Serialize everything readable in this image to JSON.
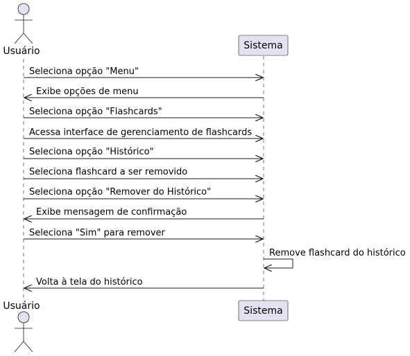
{
  "participants": {
    "actor": {
      "name": "Usuário"
    },
    "system": {
      "name": "Sistema"
    }
  },
  "colors": {
    "participant_fill": "#E2E2F0",
    "participant_stroke": "#181818",
    "lifeline": "#181818",
    "arrow": "#181818",
    "text": "#000000"
  },
  "messages": [
    {
      "from": "actor",
      "to": "system",
      "label": "Seleciona opção \"Menu\""
    },
    {
      "from": "system",
      "to": "actor",
      "label": "Exibe opções de menu"
    },
    {
      "from": "actor",
      "to": "system",
      "label": "Seleciona opção \"Flashcards\""
    },
    {
      "from": "actor",
      "to": "system",
      "label": "Acessa interface de gerenciamento de flashcards"
    },
    {
      "from": "actor",
      "to": "system",
      "label": "Seleciona opção \"Histórico\""
    },
    {
      "from": "actor",
      "to": "system",
      "label": "Seleciona flashcard a ser removido"
    },
    {
      "from": "actor",
      "to": "system",
      "label": "Seleciona opção \"Remover do Histórico\""
    },
    {
      "from": "system",
      "to": "actor",
      "label": "Exibe mensagem de confirmação"
    },
    {
      "from": "actor",
      "to": "system",
      "label": "Seleciona \"Sim\" para remover"
    },
    {
      "from": "system",
      "to": "system",
      "label": "Remove flashcard do histórico"
    },
    {
      "from": "system",
      "to": "actor",
      "label": "Volta à tela do histórico"
    }
  ]
}
